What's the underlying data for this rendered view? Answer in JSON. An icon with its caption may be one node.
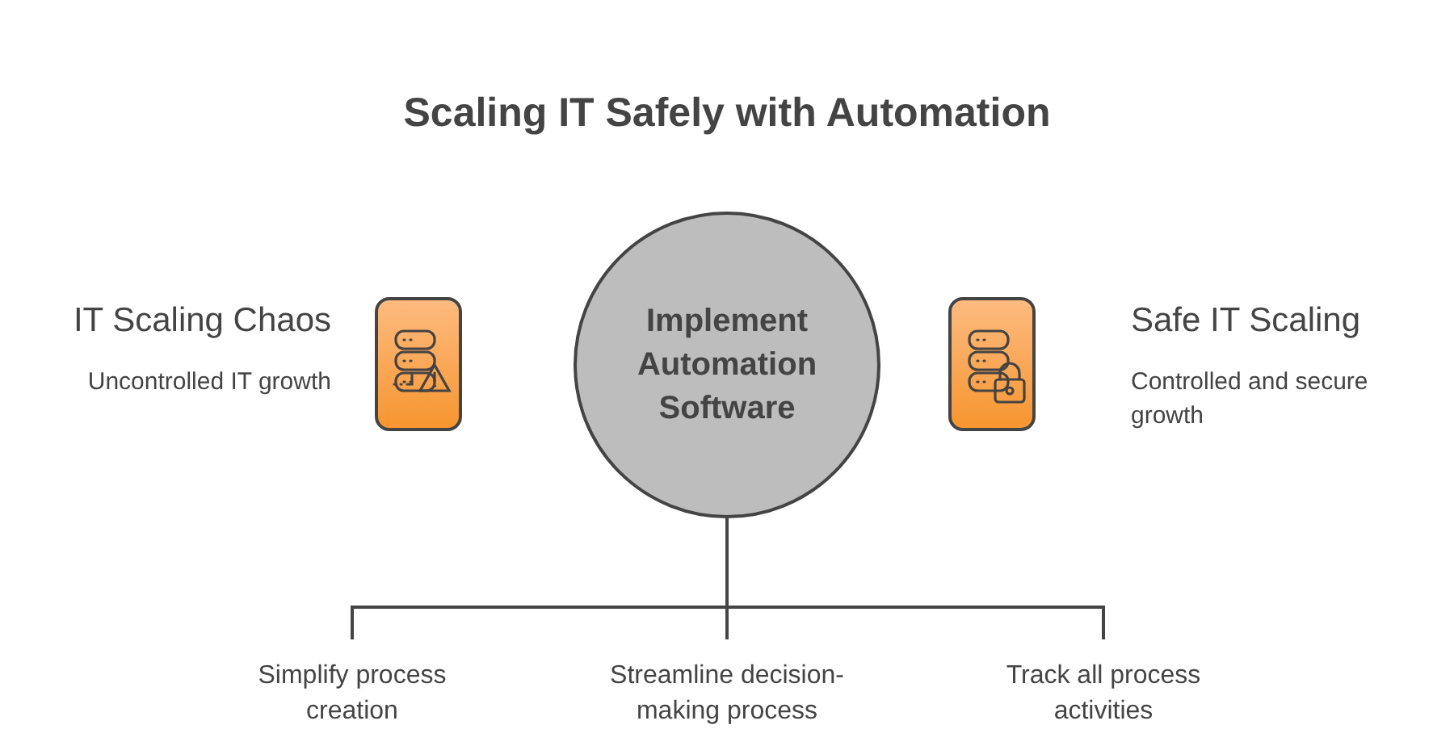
{
  "diagram": {
    "title": "Scaling IT Safely with Automation",
    "nodes": [
      {
        "text": [],
        "shape": "box",
        "beside": [
          "IT Scaling Chaos",
          "Uncontrolled IT growth"
        ]
      },
      {
        "text": [
          "Implement Automation Software"
        ]
      },
      {
        "text": [],
        "shape": "box",
        "beside": [
          "Safe IT Scaling",
          "Controlled and secure growth"
        ]
      },
      {
        "text": [
          "Simplify process creation"
        ]
      },
      {
        "text": [
          "Streamline decision-making process"
        ]
      },
      {
        "text": [
          "Track all process activities"
        ]
      }
    ],
    "edges": [
      {
        "from": 1,
        "to": 3,
        "arrow": "none"
      },
      {
        "from": 1,
        "to": 4,
        "arrow": "none"
      },
      {
        "from": 1,
        "to": 5,
        "arrow": "none"
      }
    ]
  }
}
